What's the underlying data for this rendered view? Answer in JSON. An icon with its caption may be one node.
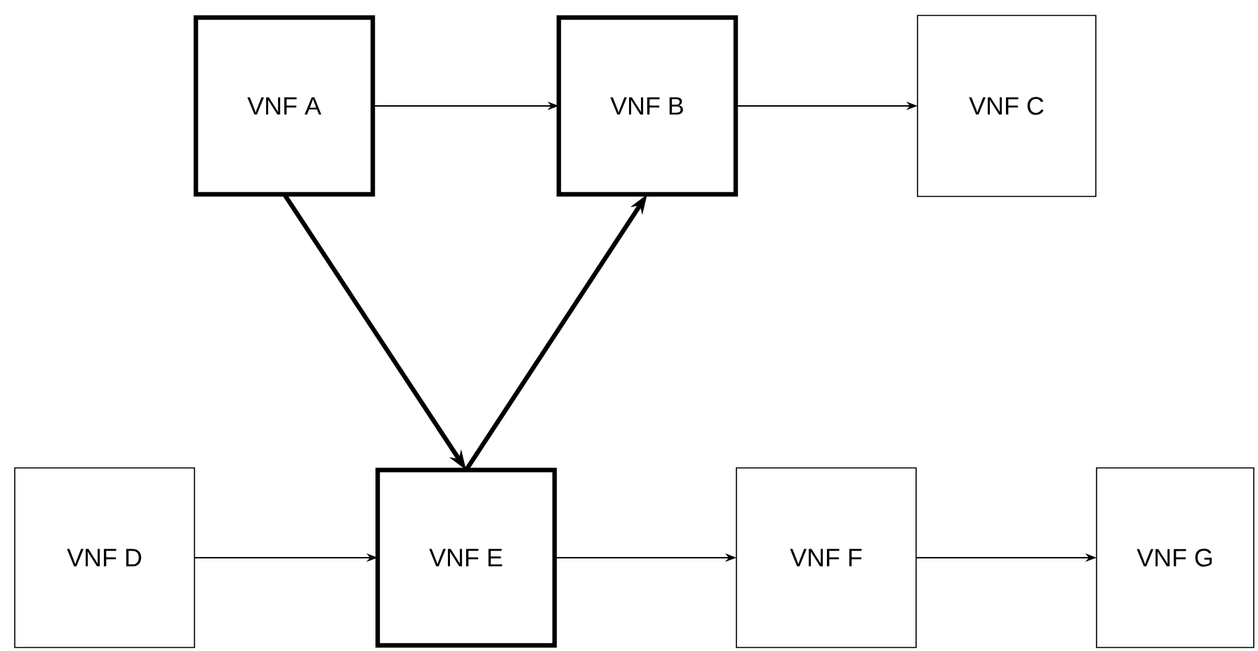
{
  "diagram": {
    "nodes": [
      {
        "text": [
          "VNF A"
        ]
      },
      {
        "text": [
          "VNF B"
        ]
      },
      {
        "text": [
          "VNF C"
        ]
      },
      {
        "text": [
          "VNF D"
        ]
      },
      {
        "text": [
          "VNF E"
        ]
      },
      {
        "text": [
          "VNF F"
        ]
      },
      {
        "text": [
          "VNF G"
        ]
      }
    ],
    "edges": [
      {
        "from": 0,
        "to": 1,
        "arrow": "to"
      },
      {
        "from": 1,
        "to": 2,
        "arrow": "to"
      },
      {
        "from": 0,
        "to": 4,
        "arrow": "to",
        "style": "thick"
      },
      {
        "from": 4,
        "to": 1,
        "arrow": "to",
        "style": "thick"
      },
      {
        "from": 3,
        "to": 4,
        "arrow": "to"
      },
      {
        "from": 4,
        "to": 5,
        "arrow": "to"
      },
      {
        "from": 5,
        "to": 6,
        "arrow": "to"
      }
    ]
  }
}
